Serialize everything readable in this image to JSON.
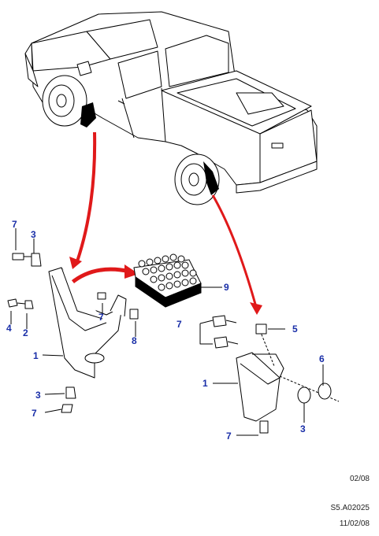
{
  "callouts": {
    "left": [
      "7",
      "3",
      "4",
      "2",
      "7",
      "8",
      "1",
      "3",
      "7"
    ],
    "right": [
      "7",
      "5",
      "6",
      "1",
      "3",
      "7"
    ],
    "kit": "9"
  },
  "footer": {
    "date": "02/08",
    "ref": "S5.A02025",
    "revision": "11/02/08"
  },
  "colors": {
    "callout": "#1a2fa8",
    "arrow": "#e0191a",
    "line": "#000000"
  }
}
